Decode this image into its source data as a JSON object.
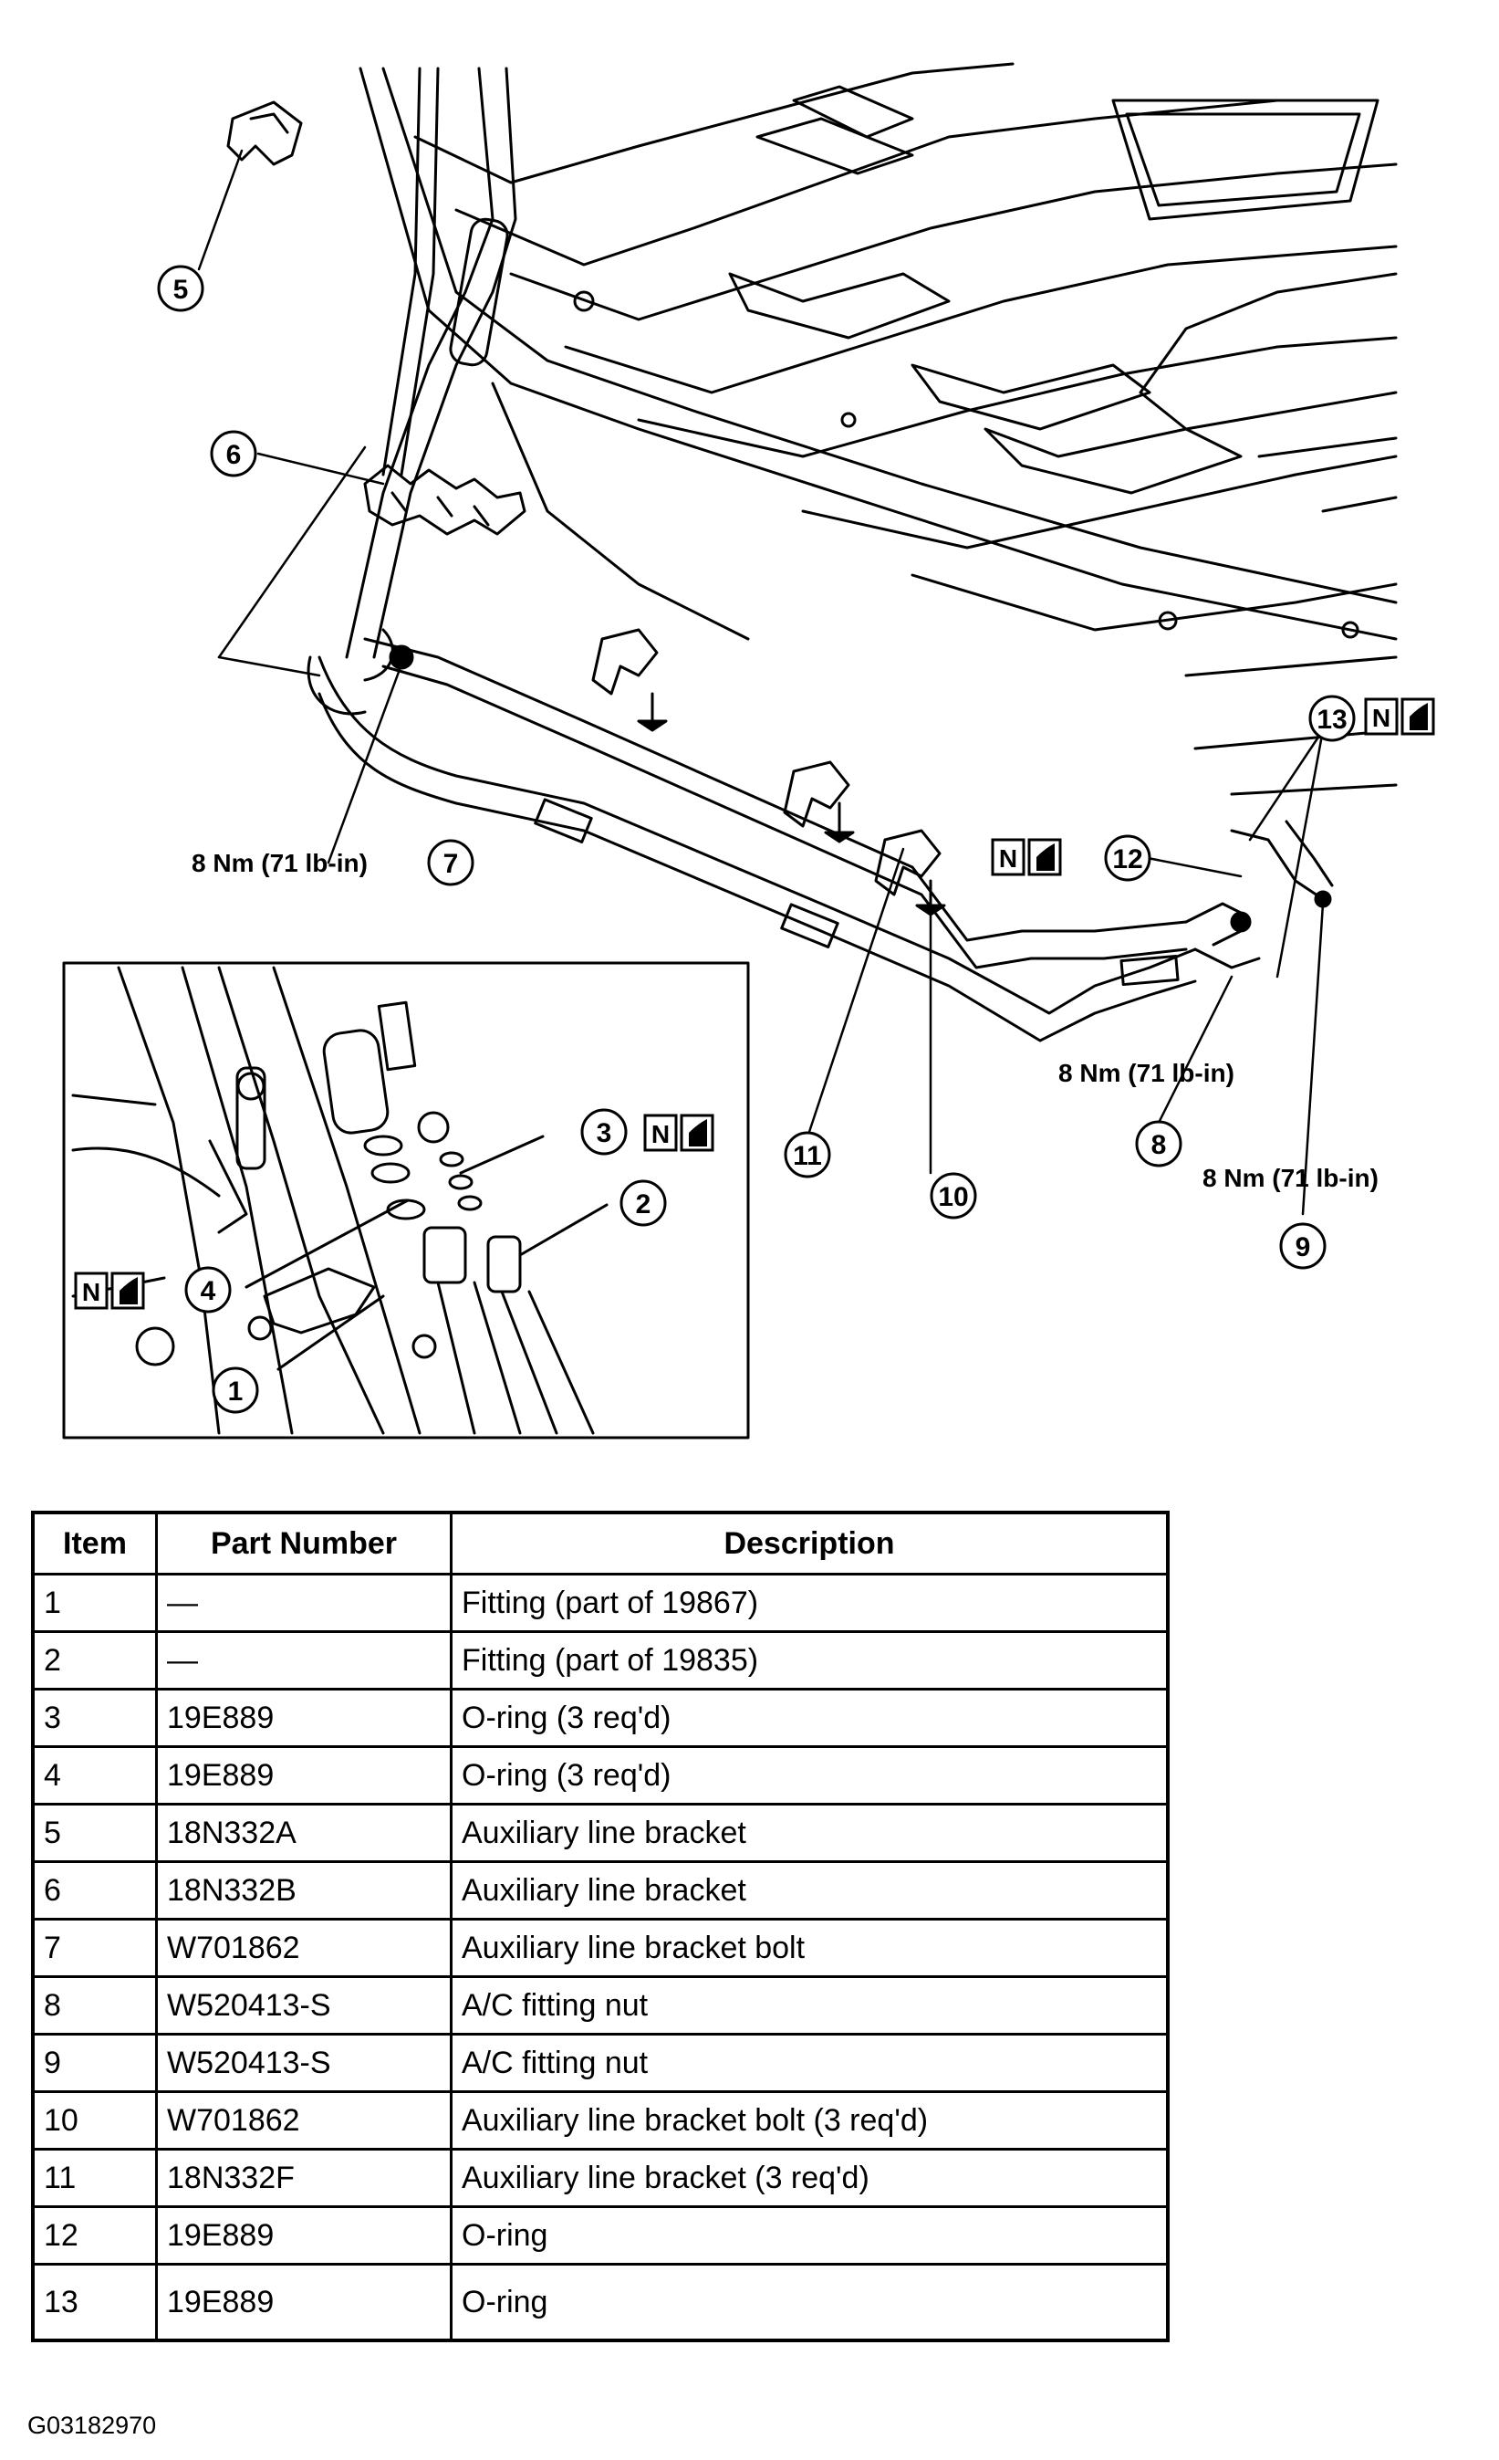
{
  "callouts": {
    "c1": "1",
    "c2": "2",
    "c3": "3",
    "c4": "4",
    "c5": "5",
    "c6": "6",
    "c7": "7",
    "c8": "8",
    "c9": "9",
    "c10": "10",
    "c11": "11",
    "c12": "12",
    "c13": "13"
  },
  "torque": {
    "t7": "8 Nm (71 lb-in)",
    "t8": "8 Nm (71 lb-in)",
    "t9": "8 Nm (71 lb-in)"
  },
  "new_part_symbol": "N",
  "table": {
    "headers": [
      "Item",
      "Part Number",
      "Description"
    ],
    "rows": [
      {
        "item": "1",
        "part": "—",
        "desc": "Fitting (part of 19867)"
      },
      {
        "item": "2",
        "part": "—",
        "desc": "Fitting (part of 19835)"
      },
      {
        "item": "3",
        "part": "19E889",
        "desc": "O-ring (3 req'd)"
      },
      {
        "item": "4",
        "part": "19E889",
        "desc": "O-ring (3 req'd)"
      },
      {
        "item": "5",
        "part": "18N332A",
        "desc": "Auxiliary line bracket"
      },
      {
        "item": "6",
        "part": "18N332B",
        "desc": "Auxiliary line bracket"
      },
      {
        "item": "7",
        "part": "W701862",
        "desc": "Auxiliary line bracket bolt"
      },
      {
        "item": "8",
        "part": "W520413-S",
        "desc": "A/C fitting nut"
      },
      {
        "item": "9",
        "part": "W520413-S",
        "desc": "A/C fitting nut"
      },
      {
        "item": "10",
        "part": "W701862",
        "desc": "Auxiliary line bracket bolt (3 req'd)"
      },
      {
        "item": "11",
        "part": "18N332F",
        "desc": "Auxiliary line bracket (3 req'd)"
      },
      {
        "item": "12",
        "part": "19E889",
        "desc": "O-ring"
      },
      {
        "item": "13",
        "part": "19E889",
        "desc": "O-ring"
      }
    ]
  },
  "figure_code": "G03182970",
  "colors": {
    "ink": "#000000",
    "paper": "#ffffff"
  }
}
